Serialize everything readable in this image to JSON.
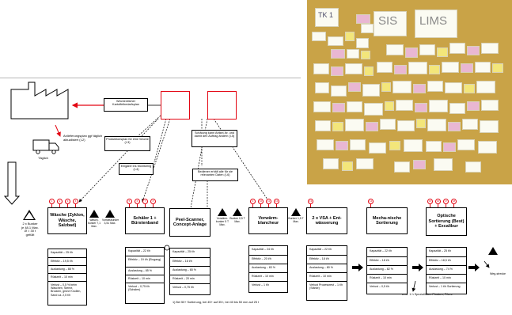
{
  "photo": {
    "labels": [
      "TK 1",
      "SIS",
      "LIMS"
    ]
  },
  "header_note": "Wöchentlicher Kartoffelbedarfsplan",
  "delivery": {
    "plan_label": "Anlieferungsplan ggf täglich aktualisiert (I-2)",
    "frequency_label": "Täglich"
  },
  "notes": {
    "production_plan": "Produktionsplan für eine Woche (I-3)",
    "monitoring": "Eingabe ins Monitoring (I-4)",
    "scale": "Schälung kann Artikel-Nr. und damit den Auftrag ändern (I-5)",
    "operator": "Bediener erhält alle für sie relevanten Daten (I-6)"
  },
  "bunker": {
    "line1": "2 x Bunker",
    "line2": "je 48,1 Max.",
    "line3": "Ø = 30 t",
    "line4": "gefüllt"
  },
  "buffers": [
    {
      "label": "Wasch-bunker 7,1 Max."
    },
    {
      "label": "Vorratsbunker 3,51 Max."
    },
    {
      "label": "Vorwärm-bunker 5 T Max."
    },
    {
      "label": "Bunker 0,5 T Max."
    },
    {
      "label": "Bunker 1,5 T Max."
    }
  ],
  "processes": [
    {
      "name": "Wäsche (Zyklon, Wäsche, Salzbad)",
      "bubbles": [
        "1",
        "2",
        "3",
        "4"
      ],
      "rows": [
        "Kapazität – 25 t/h",
        "Effektiv – 19,5 t/h",
        "Auslastung – 88 %",
        "Rüstzeit – 10 min",
        "Verlust – 0,5 % beim Waschen, Sterne, Brocken, grüne Knollen, Sand ca. 2,5 t/h"
      ]
    },
    {
      "name": "Schäler 1 + Bürstenband",
      "bubbles": [
        "5",
        "6",
        "7",
        "8"
      ],
      "rows": [
        "Kapazität – 22 t/h",
        "Effektiv – 19 t/h (Eingang)",
        "Auslastung – 85 %",
        "Rüstzeit – 10 min",
        "Verlust – 0,75 t/h (Schalen)"
      ]
    },
    {
      "name": "Peel-Scanner, Concept-Anlage",
      "bubbles": [],
      "rows": [
        "Kapazität – 25 t/h",
        "Effektiv – 16 t/h",
        "Auslastung – 65 %",
        "Rüstzeit – 20 min",
        "Verlust – 0,75 t/h"
      ]
    },
    {
      "name": "Vorwärm-blancheur",
      "bubbles": [
        "9",
        "10",
        "11",
        "12"
      ],
      "rows": [
        "Kapazität – 24 t/h",
        "Effektiv – 20 t/h",
        "Auslastung – 83 %",
        "Rüstzeit – 10 min",
        "Verlust – 1 t/h"
      ]
    },
    {
      "name": "2 x VSA + Ent-wässerung",
      "bubbles": [
        "13"
      ],
      "rows": [
        "Kapazität – 22 t/h",
        "Effektiv – 18 t/h",
        "Auslastung – 80 %",
        "Rüstzeit – 10 min",
        "Verlust Prozessrest – 1 t/h (Stärke)"
      ]
    },
    {
      "name": "Mecha-nische Sortierung",
      "bubbles": [
        "14"
      ],
      "rows": [
        "Kapazität – 22 t/h",
        "Effektiv – 18 t/h",
        "Auslastung – 82 %",
        "Rüstzeit – 10 min",
        "Verlust – 0,5 t/h"
      ]
    },
    {
      "name": "Optische Sortierung (Best) + Excalibur",
      "bubbles": [
        "15",
        "16",
        "17",
        "18"
      ],
      "rows": [
        "Kapazität – 25 t/h",
        "Effektiv – 18,5 t/h",
        "Auslastung – 74 %",
        "Rüstzeit – 10 min",
        "Verlust – 1 t/h Sortierung"
      ]
    }
  ],
  "footnote": "1) Bei 50+ Sortierung, bei 45+ auf 35 t, bei 40 bis 50 mm auf 25 t",
  "end_labels": {
    "right": "Weg-strecke",
    "bottom": "a ca. 1 h Spezialitäten Flocken, Püree"
  },
  "colors": {
    "accent_red": "#e30613",
    "photo_background": "#c9a347",
    "sticky_pink": "#e9b7d2",
    "sticky_yellow": "#f3e67a"
  },
  "icons": [
    "factory-icon",
    "truck-icon",
    "warning-triangle-icon",
    "push-arrow-icon",
    "kaizen-bubble-icon"
  ]
}
